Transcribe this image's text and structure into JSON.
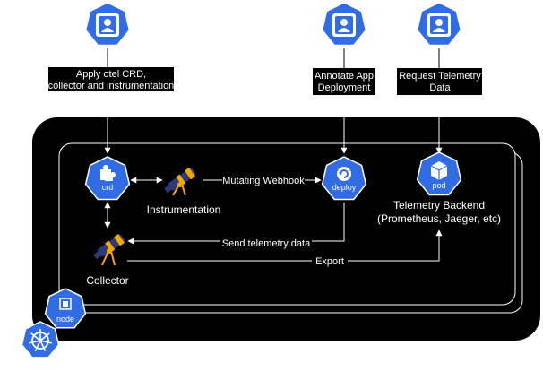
{
  "actors": {
    "left": {
      "icon": "user-icon"
    },
    "middle": {
      "icon": "user-icon"
    },
    "right": {
      "icon": "user-icon"
    }
  },
  "notes": {
    "apply": [
      "Apply otel CRD,",
      "collector and instrumentation"
    ],
    "annotate": [
      "Annotate App",
      "Deployment"
    ],
    "request": [
      "Request Telemetry",
      "Data"
    ]
  },
  "nodes": {
    "crd": {
      "label": "crd",
      "icon": "puzzle-icon"
    },
    "deploy": {
      "label": "deploy",
      "icon": "refresh-icon"
    },
    "pod": {
      "label": "pod",
      "icon": "cube-icon"
    },
    "node": {
      "label": "node",
      "icon": "chip-icon"
    },
    "kubernetes": {
      "icon": "kubernetes-wheel-icon"
    }
  },
  "components": {
    "instrumentation": "Instrumentation",
    "collector": "Collector",
    "backend": [
      "Telemetry Backend",
      "(Prometheus, Jaeger, etc)"
    ]
  },
  "edges": {
    "webhook": "Mutating Webhook",
    "send": "Send telemetry data",
    "export": "Export"
  },
  "colors": {
    "k8s_blue": "#326CE5",
    "cluster_bg": "#000000",
    "telescope_dark": "#2E3A7C",
    "telescope_gold": "#F5A800"
  }
}
